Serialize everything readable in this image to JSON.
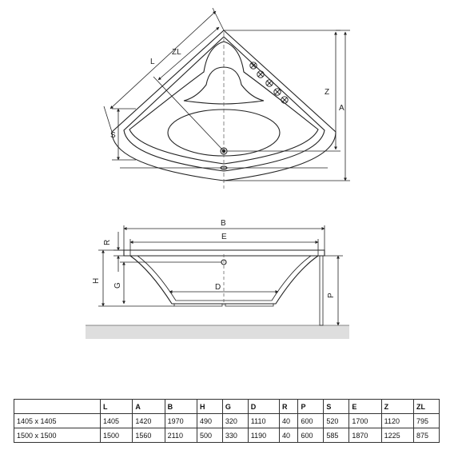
{
  "top_view_labels": [
    "L",
    "ZL",
    "S",
    "Z",
    "A"
  ],
  "side_view_labels": [
    "B",
    "E",
    "R",
    "H",
    "G",
    "D",
    "P"
  ],
  "table": {
    "headers": [
      "",
      "L",
      "A",
      "B",
      "H",
      "G",
      "D",
      "R",
      "P",
      "S",
      "E",
      "Z",
      "ZL"
    ],
    "rows": [
      [
        "1405 x 1405",
        "1405",
        "1420",
        "1970",
        "490",
        "320",
        "1110",
        "40",
        "600",
        "520",
        "1700",
        "1120",
        "795"
      ],
      [
        "1500 x 1500",
        "1500",
        "1560",
        "2110",
        "500",
        "330",
        "1190",
        "40",
        "600",
        "585",
        "1870",
        "1225",
        "875"
      ]
    ]
  },
  "colors": {
    "line": "#222222",
    "floor": "#dedede",
    "axis": "#555555"
  }
}
